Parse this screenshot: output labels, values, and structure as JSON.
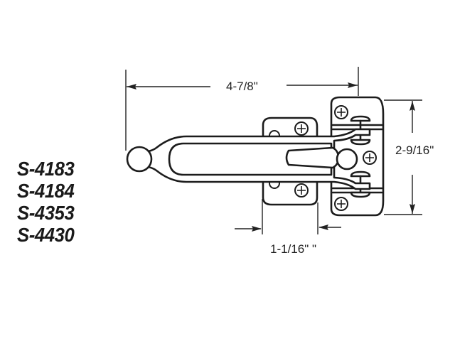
{
  "diagram": {
    "subject": "door guard / security latch",
    "part_numbers": [
      "S-4183",
      "S-4184",
      "S-4353",
      "S-4430"
    ],
    "dimensions": {
      "overall_length": "4-7/8\"",
      "height": "2-9/16\"",
      "strike_width": "1-1/16\" \""
    },
    "colors": {
      "line": "#1c1c1c",
      "background": "#ffffff"
    }
  }
}
